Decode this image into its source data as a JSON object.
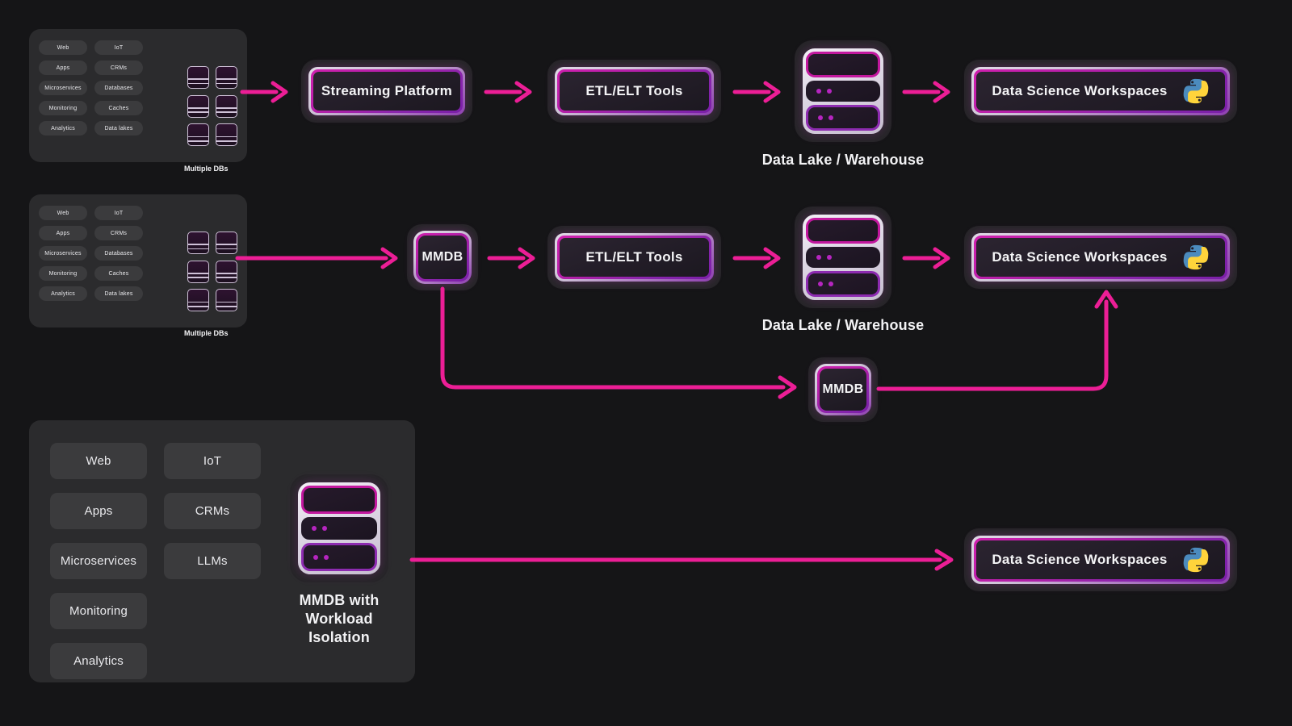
{
  "diagram": {
    "title": "Data architecture comparison: legacy pipeline vs MMDB with workload isolation",
    "accent_color": "#ec1e96",
    "background_color": "#151517",
    "panel_color": "#2b2b2d",
    "chip_color": "#3b3b3d"
  },
  "rows": [
    {
      "id": "row-legacy",
      "source_panel": {
        "chips_left": [
          "Web",
          "Apps",
          "Microservices",
          "Monitoring",
          "Analytics"
        ],
        "chips_right": [
          "IoT",
          "CRMs",
          "Databases",
          "Caches",
          "Data lakes"
        ],
        "cluster_label": "Multiple DBs",
        "db_icon_count": 6
      },
      "nodes": [
        {
          "id": "streaming-platform",
          "label": "Streaming Platform"
        },
        {
          "id": "etl-elt-tools",
          "label": "ETL/ELT Tools"
        },
        {
          "id": "data-lake-warehouse",
          "label": "",
          "caption": "Data Lake / Warehouse",
          "icon": "database-server-icon"
        },
        {
          "id": "data-science-workspaces",
          "label": "Data Science Workspaces",
          "icon": "python-icon"
        }
      ]
    },
    {
      "id": "row-mmdb",
      "source_panel": {
        "chips_left": [
          "Web",
          "Apps",
          "Microservices",
          "Monitoring",
          "Analytics"
        ],
        "chips_right": [
          "IoT",
          "CRMs",
          "Databases",
          "Caches",
          "Data lakes"
        ],
        "cluster_label": "Multiple DBs",
        "db_icon_count": 6
      },
      "nodes": [
        {
          "id": "mmdb-ingest",
          "label": "MMDB"
        },
        {
          "id": "etl-elt-tools",
          "label": "ETL/ELT Tools"
        },
        {
          "id": "data-lake-warehouse",
          "label": "",
          "caption": "Data Lake / Warehouse",
          "icon": "database-server-icon"
        },
        {
          "id": "data-science-workspaces",
          "label": "Data Science Workspaces",
          "icon": "python-icon"
        },
        {
          "id": "mmdb-bypass",
          "label": "MMDB"
        }
      ]
    },
    {
      "id": "row-isolation",
      "source_panel": {
        "chips_left": [
          "Web",
          "Apps",
          "Microservices",
          "Monitoring",
          "Analytics"
        ],
        "chips_right": [
          "IoT",
          "CRMs",
          "LLMs"
        ],
        "icon_caption": "MMDB with Workload Isolation",
        "icon": "database-server-icon"
      },
      "nodes": [
        {
          "id": "data-science-workspaces",
          "label": "Data Science Workspaces",
          "icon": "python-icon"
        }
      ]
    }
  ]
}
